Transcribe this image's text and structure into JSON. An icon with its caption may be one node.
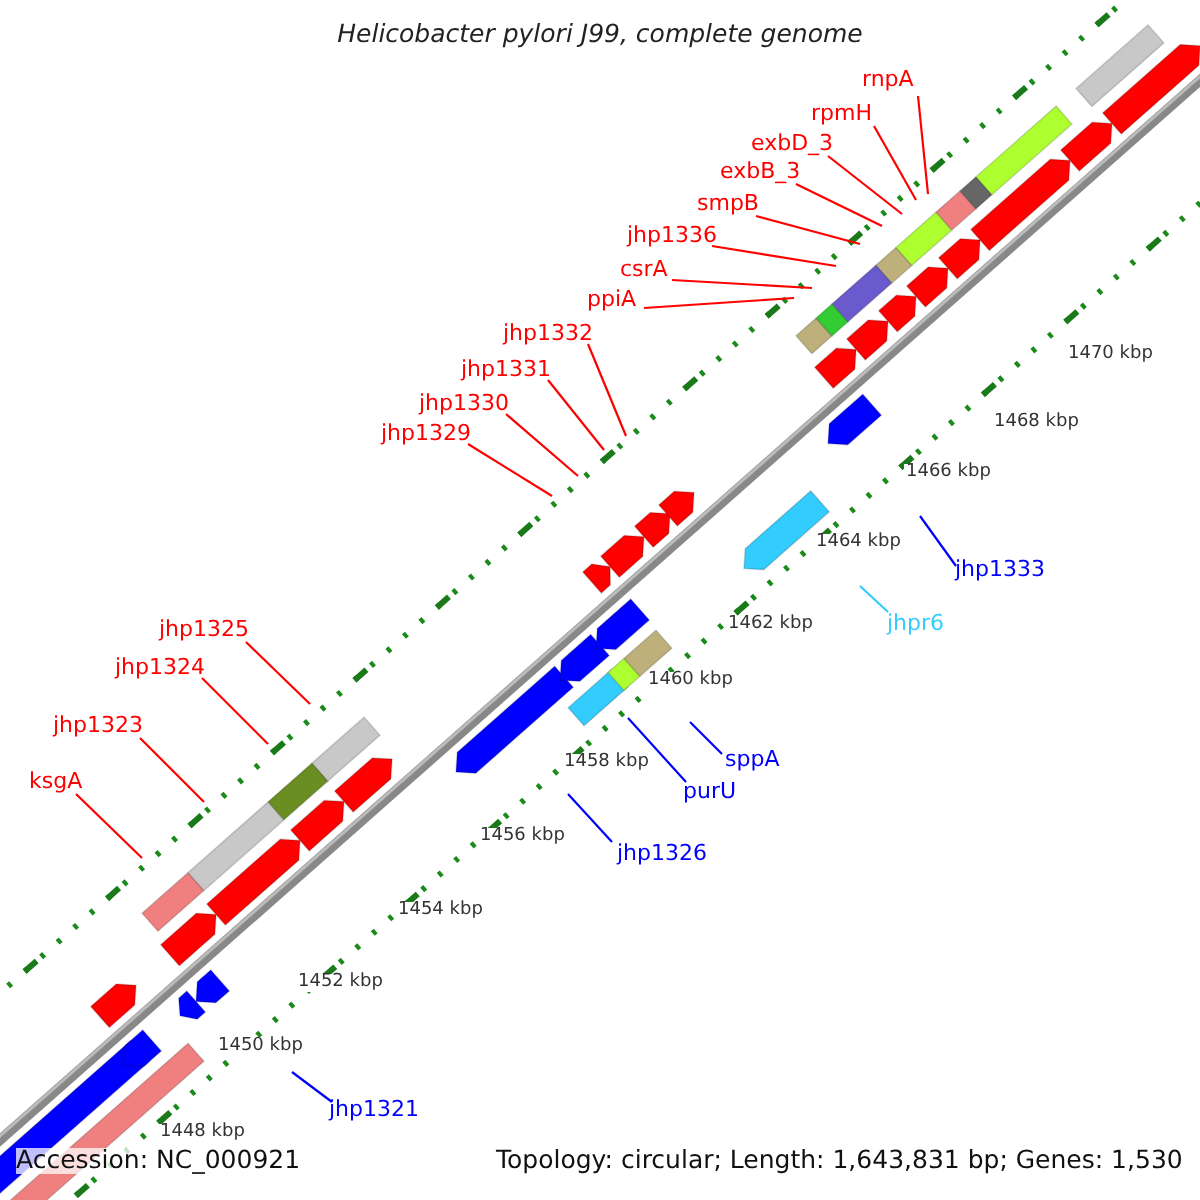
{
  "diagram": {
    "title": "Helicobacter pylori J99, complete genome",
    "nodes": [
      {
        "text": [
          "rnpA"
        ]
      },
      {
        "text": [
          "rpmH"
        ]
      },
      {
        "text": [
          "exbD_3"
        ]
      },
      {
        "text": [
          "exbB_3"
        ]
      },
      {
        "text": [
          "smpB"
        ]
      },
      {
        "text": [
          "jhp1336"
        ]
      },
      {
        "text": [
          "csrA"
        ]
      },
      {
        "text": [
          "ppiA"
        ]
      },
      {
        "text": [
          "jhp1332"
        ]
      },
      {
        "text": [
          "jhp1331"
        ]
      },
      {
        "text": [
          "jhp1330"
        ]
      },
      {
        "text": [
          "jhp1329"
        ]
      },
      {
        "text": [
          "jhp1325"
        ]
      },
      {
        "text": [
          "jhp1324"
        ]
      },
      {
        "text": [
          "jhp1323"
        ]
      },
      {
        "text": [
          "ksgA"
        ]
      },
      {
        "text": [
          "jhp1333"
        ]
      },
      {
        "text": [
          "jhpr6"
        ]
      },
      {
        "text": [
          "sppA"
        ]
      },
      {
        "text": [
          "purU"
        ]
      },
      {
        "text": [
          "jhp1326"
        ]
      },
      {
        "text": [
          "jhp1321"
        ]
      }
    ],
    "edges": [
      {
        "from": 0,
        "to": null,
        "arrow": "none"
      },
      {
        "from": 1,
        "to": null,
        "arrow": "none"
      },
      {
        "from": 2,
        "to": null,
        "arrow": "none"
      },
      {
        "from": 3,
        "to": null,
        "arrow": "none"
      },
      {
        "from": 4,
        "to": null,
        "arrow": "none"
      },
      {
        "from": 5,
        "to": null,
        "arrow": "none"
      },
      {
        "from": 6,
        "to": null,
        "arrow": "none"
      },
      {
        "from": 7,
        "to": null,
        "arrow": "none"
      },
      {
        "from": 8,
        "to": null,
        "arrow": "none"
      },
      {
        "from": 9,
        "to": null,
        "arrow": "none"
      },
      {
        "from": 10,
        "to": null,
        "arrow": "none"
      },
      {
        "from": 11,
        "to": null,
        "arrow": "none"
      },
      {
        "from": 12,
        "to": null,
        "arrow": "none"
      },
      {
        "from": 13,
        "to": null,
        "arrow": "none"
      },
      {
        "from": 14,
        "to": null,
        "arrow": "none"
      },
      {
        "from": 15,
        "to": null,
        "arrow": "none"
      },
      {
        "from": 16,
        "to": null,
        "arrow": "none",
        "color": "#0000ff"
      },
      {
        "from": 17,
        "to": null,
        "arrow": "none",
        "color": "#33ccff"
      },
      {
        "from": 18,
        "to": null,
        "arrow": "none",
        "color": "#0000ff"
      },
      {
        "from": 19,
        "to": null,
        "arrow": "none",
        "color": "#0000ff"
      },
      {
        "from": 20,
        "to": null,
        "arrow": "none",
        "color": "#0000ff"
      },
      {
        "from": 21,
        "to": null,
        "arrow": "none",
        "color": "#0000ff"
      }
    ],
    "labels": [
      "1470 kbp",
      "1468 kbp",
      "1466 kbp",
      "1464 kbp",
      "1462 kbp",
      "1460 kbp",
      "1458 kbp",
      "1456 kbp",
      "1454 kbp",
      "1452 kbp",
      "1450 kbp",
      "1448 kbp",
      "Accession: NC_000921",
      "Topology: circular; Length: 1,643,831 bp; Genes: 1,530"
    ]
  }
}
